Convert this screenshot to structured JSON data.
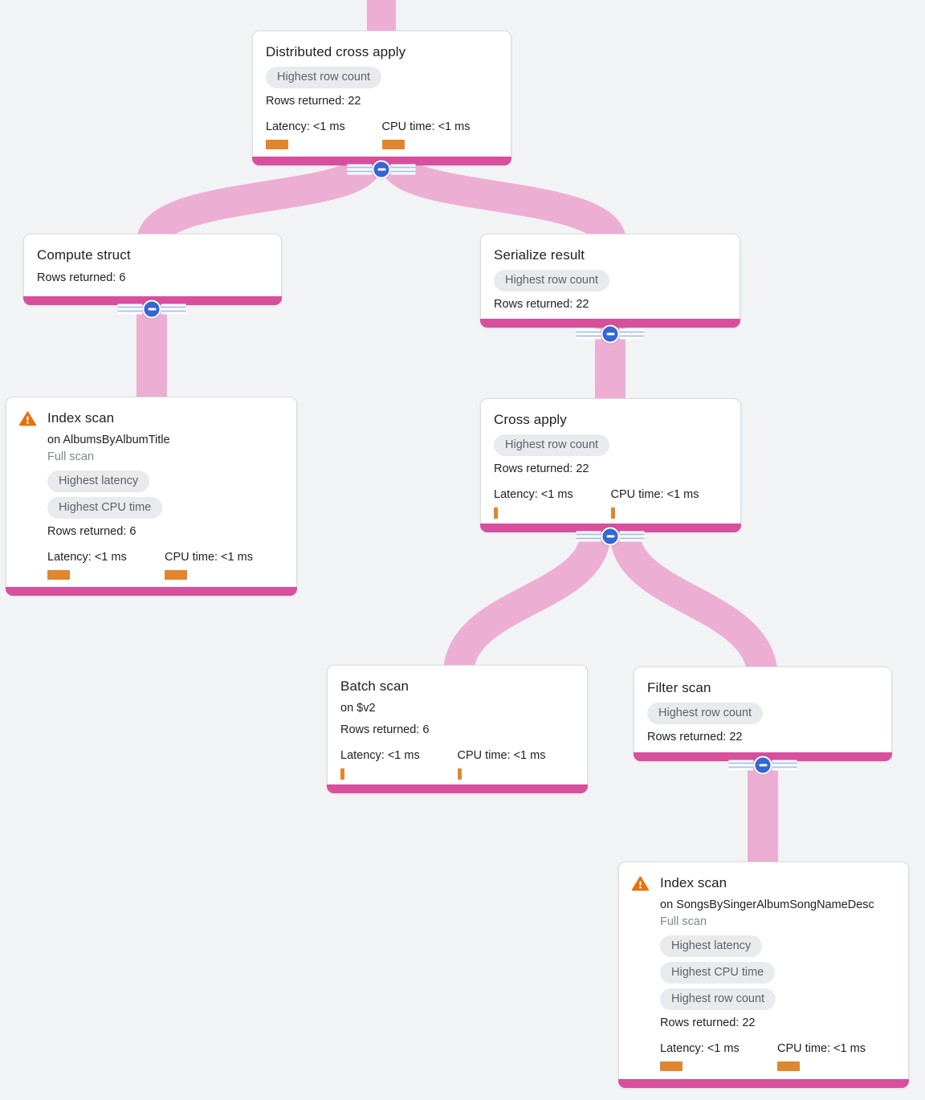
{
  "colors": {
    "background": "#f1f3f4",
    "card_border": "#dadce0",
    "accent_magenta": "#d84f9e",
    "link_pink": "#edaed4",
    "collapse_blue": "#3566d3",
    "rail_line": "#aec4f0",
    "bar_orange": "#e0862f",
    "warning_orange": "#e8710a",
    "pill_bg": "#e8eaed",
    "text_primary": "#202124",
    "text_secondary": "#5f6368",
    "text_muted": "#80868b"
  },
  "nodes": [
    {
      "title": "Distributed cross apply",
      "badges": [
        "Highest row count"
      ],
      "rows_returned": "Rows returned: 22",
      "latency": "Latency: <1 ms",
      "cpu_time": "CPU time: <1 ms"
    },
    {
      "title": "Compute struct",
      "rows_returned": "Rows returned: 6"
    },
    {
      "title": "Serialize result",
      "badges": [
        "Highest row count"
      ],
      "rows_returned": "Rows returned: 22"
    },
    {
      "title": "Index scan",
      "subtitle": "on AlbumsByAlbumTitle",
      "note": "Full scan",
      "badges": [
        "Highest latency",
        "Highest CPU time"
      ],
      "rows_returned": "Rows returned: 6",
      "latency": "Latency: <1 ms",
      "cpu_time": "CPU time: <1 ms"
    },
    {
      "title": "Cross apply",
      "badges": [
        "Highest row count"
      ],
      "rows_returned": "Rows returned: 22",
      "latency": "Latency: <1 ms",
      "cpu_time": "CPU time: <1 ms"
    },
    {
      "title": "Batch scan",
      "subtitle": "on $v2",
      "rows_returned": "Rows returned: 6",
      "latency": "Latency: <1 ms",
      "cpu_time": "CPU time: <1 ms"
    },
    {
      "title": "Filter scan",
      "badges": [
        "Highest row count"
      ],
      "rows_returned": "Rows returned: 22"
    },
    {
      "title": "Index scan",
      "subtitle": "on SongsBySingerAlbumSongNameDesc",
      "note": "Full scan",
      "badges": [
        "Highest latency",
        "Highest CPU time",
        "Highest row count"
      ],
      "rows_returned": "Rows returned: 22",
      "latency": "Latency: <1 ms",
      "cpu_time": "CPU time: <1 ms"
    }
  ]
}
